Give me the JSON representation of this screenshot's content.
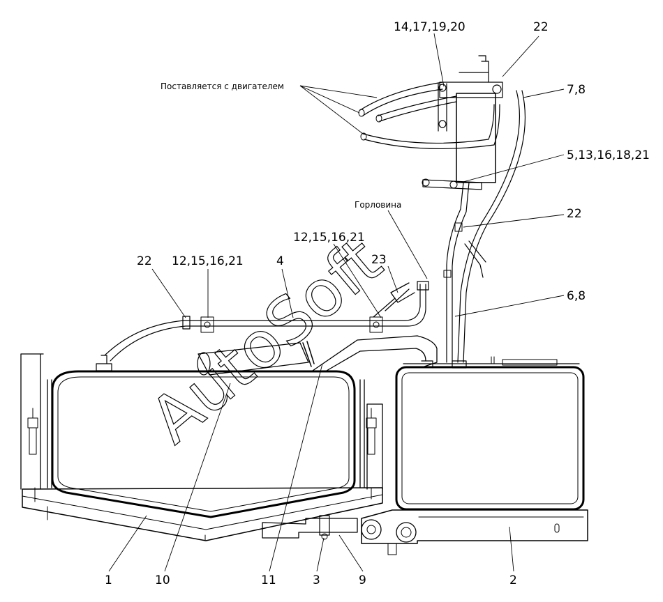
{
  "watermark": "AutoSoft",
  "notes": {
    "supplied": "Поставляется с двигателем",
    "filler": "Горловина"
  },
  "labels": {
    "l14_17_19_20": "14,17,19,20",
    "l22_top": "22",
    "l7_8": "7,8",
    "l5_13": "5,13,16,18,21",
    "l22_mid": "22",
    "l12_15_right": "12,15,16,21",
    "l23": "23",
    "l6_8": "6,8",
    "l22_left": "22",
    "l12_15_left": "12,15,16,21",
    "l4": "4",
    "l1": "1",
    "l10": "10",
    "l11": "11",
    "l3": "3",
    "l9": "9",
    "l2": "2"
  },
  "colors": {
    "line": "#000000",
    "background": "#ffffff"
  }
}
